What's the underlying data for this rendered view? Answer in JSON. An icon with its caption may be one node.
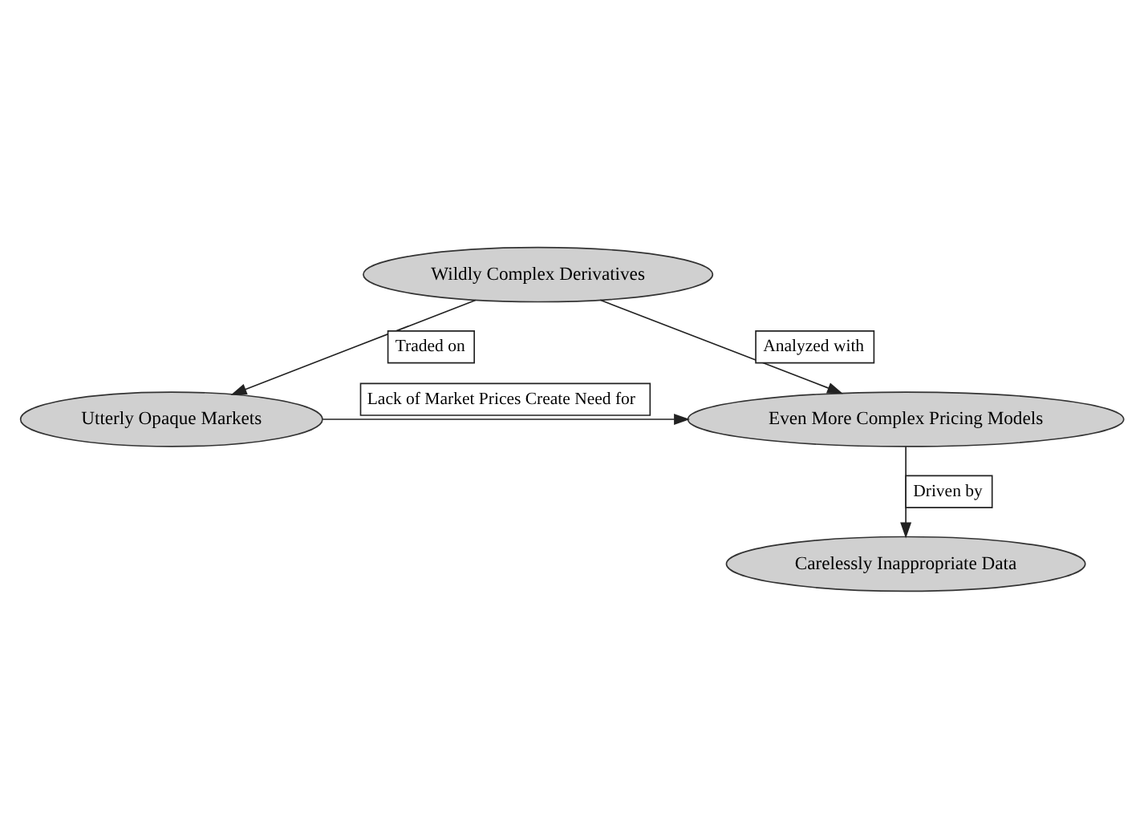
{
  "diagram": {
    "nodes": [
      {
        "text": [
          "Wildly Complex Derivatives"
        ]
      },
      {
        "text": [
          "Utterly Opaque Markets"
        ]
      },
      {
        "text": [
          "Even More Complex Pricing Models"
        ]
      },
      {
        "text": [
          "Carelessly Inappropriate Data"
        ]
      }
    ],
    "edges": [
      {
        "from": 0,
        "to": 1,
        "arrow": "to",
        "label": "Traded on"
      },
      {
        "from": 0,
        "to": 2,
        "arrow": "to",
        "label": "Analyzed with"
      },
      {
        "from": 1,
        "to": 2,
        "arrow": "to",
        "label": "Lack of Market Prices Create Need for"
      },
      {
        "from": 2,
        "to": 3,
        "arrow": "to",
        "label": "Driven by"
      }
    ]
  }
}
